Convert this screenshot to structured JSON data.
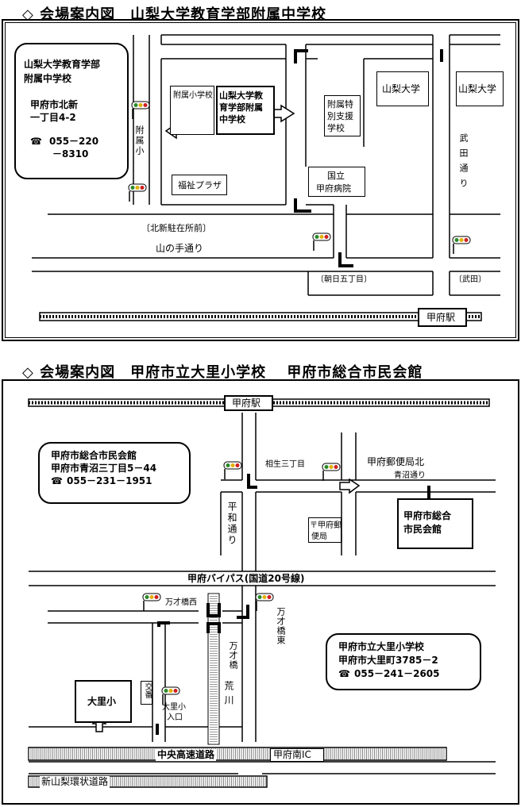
{
  "map1": {
    "title": "◇ 会場案内図　山梨大学教育学部附属中学校",
    "info": {
      "name1": "山梨大学教育学部",
      "name2": "附属中学校",
      "addr1": "甲府市北新",
      "addr2": "一丁目4-2",
      "tel1": "055－220",
      "tel2": "－8310"
    },
    "labels": {
      "fuzoku_sho": "附属小学校",
      "target": "山梨大学教育学部附属中学校",
      "target_l1": "山梨大学教",
      "target_l2": "育学部附属",
      "target_l3": "中学校",
      "fukushi": "福祉プラザ",
      "tokubetsu_l1": "附属特",
      "tokubetsu_l2": "別支援",
      "tokubetsu_l3": "学校",
      "univ1": "山梨大学",
      "univ2": "山梨大学",
      "hospital_l1": "国立",
      "hospital_l2": "甲府病院",
      "fuzokusho_v": "附属小",
      "takeda_v": "武田通り",
      "kitashin": "〔北新駐在所前〕",
      "yamanote": "山の手通り",
      "asahi": "〔朝日五丁目〕",
      "takeda": "〔武田〕",
      "station": "甲府駅"
    }
  },
  "map2": {
    "title": "◇ 会場案内図　甲府市立大里小学校　 甲府市総合市民会館",
    "info_a": {
      "name": "甲府市総合市民会館",
      "addr": "甲府市青沼三丁目5－44",
      "tel": "055－231－1951"
    },
    "info_b": {
      "name": "甲府市立大里小学校",
      "addr": "甲府市大里町3785－2",
      "tel": "055－241－2605"
    },
    "labels": {
      "station": "甲府駅",
      "aioi": "相生三丁目",
      "post_north": "甲府郵便局北",
      "aonuma": "青沼通り",
      "post_l1": "〒甲府郵",
      "post_l2": "便局",
      "kaikan_l1": "甲府市総合",
      "kaikan_l2": "市民会館",
      "heiwa": "平和通り",
      "bypass": "甲府バイパス(国道20号線)",
      "mansai_west": "万才橋西",
      "mansai_east": "万才橋東",
      "mansai": "万才橋",
      "arakawa": "荒川",
      "osato": "大里小",
      "koban": "交番",
      "osato_entrance_l1": "大里小",
      "osato_entrance_l2": "入口",
      "chuo": "中央高速道路",
      "kofuminami": "甲府南IC",
      "shinyamanashi": "新山梨環状道路"
    }
  },
  "icons": {
    "tel": "phone-icon",
    "signal": "traffic-signal-icon",
    "arrow": "route-arrow-icon"
  }
}
